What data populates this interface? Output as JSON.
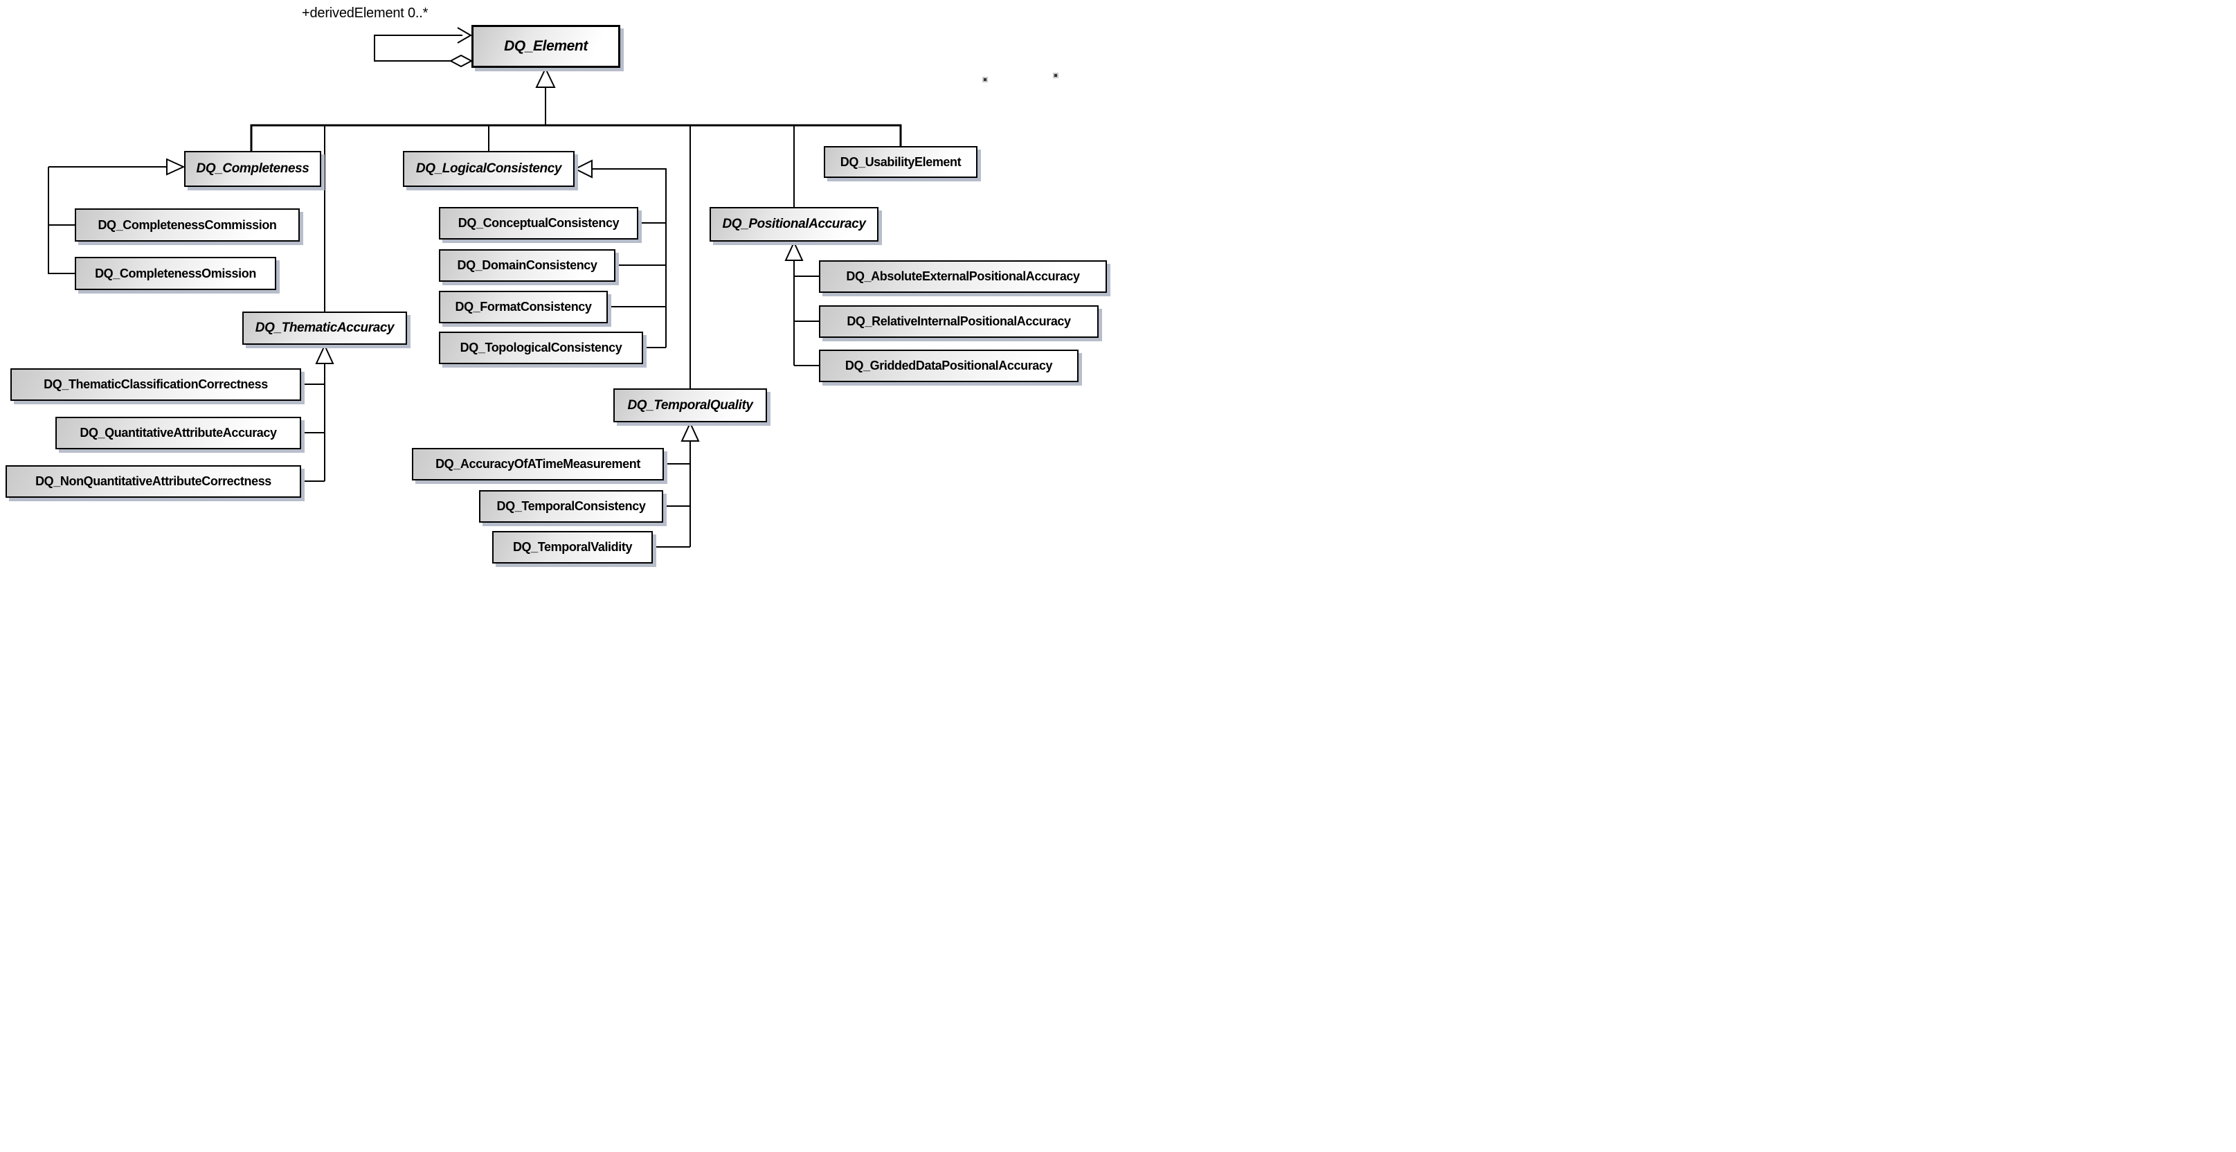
{
  "diagram": {
    "type": "uml-class-diagram",
    "association_label": "+derivedElement 0..*",
    "classes": {
      "element": {
        "label": "DQ_Element",
        "abstract": true
      },
      "completeness": {
        "label": "DQ_Completeness",
        "abstract": true
      },
      "completenessCommission": {
        "label": "DQ_CompletenessCommission",
        "abstract": false
      },
      "completenessOmission": {
        "label": "DQ_CompletenessOmission",
        "abstract": false
      },
      "thematicAccuracy": {
        "label": "DQ_ThematicAccuracy",
        "abstract": true
      },
      "thematicClassificationCorrectness": {
        "label": "DQ_ThematicClassificationCorrectness",
        "abstract": false
      },
      "quantitativeAttributeAccuracy": {
        "label": "DQ_QuantitativeAttributeAccuracy",
        "abstract": false
      },
      "nonQuantitativeAttributeCorrectness": {
        "label": "DQ_NonQuantitativeAttributeCorrectness",
        "abstract": false
      },
      "logicalConsistency": {
        "label": "DQ_LogicalConsistency",
        "abstract": true
      },
      "conceptualConsistency": {
        "label": "DQ_ConceptualConsistency",
        "abstract": false
      },
      "domainConsistency": {
        "label": "DQ_DomainConsistency",
        "abstract": false
      },
      "formatConsistency": {
        "label": "DQ_FormatConsistency",
        "abstract": false
      },
      "topologicalConsistency": {
        "label": "DQ_TopologicalConsistency",
        "abstract": false
      },
      "temporalQuality": {
        "label": "DQ_TemporalQuality",
        "abstract": true
      },
      "accuracyOfATimeMeasurement": {
        "label": "DQ_AccuracyOfATimeMeasurement",
        "abstract": false
      },
      "temporalConsistency": {
        "label": "DQ_TemporalConsistency",
        "abstract": false
      },
      "temporalValidity": {
        "label": "DQ_TemporalValidity",
        "abstract": false
      },
      "usabilityElement": {
        "label": "DQ_UsabilityElement",
        "abstract": false
      },
      "positionalAccuracy": {
        "label": "DQ_PositionalAccuracy",
        "abstract": true
      },
      "absoluteExternalPositionalAccuracy": {
        "label": "DQ_AbsoluteExternalPositionalAccuracy",
        "abstract": false
      },
      "relativeInternalPositionalAccuracy": {
        "label": "DQ_RelativeInternalPositionalAccuracy",
        "abstract": false
      },
      "griddedDataPositionalAccuracy": {
        "label": "DQ_GriddedDataPositionalAccuracy",
        "abstract": false
      }
    },
    "relationships": [
      {
        "type": "self-aggregation",
        "class": "DQ_Element",
        "role": "+derivedElement",
        "multiplicity": "0..*"
      },
      {
        "type": "generalization",
        "parent": "DQ_Element",
        "children": [
          "DQ_Completeness",
          "DQ_ThematicAccuracy",
          "DQ_LogicalConsistency",
          "DQ_TemporalQuality",
          "DQ_PositionalAccuracy",
          "DQ_UsabilityElement"
        ]
      },
      {
        "type": "generalization",
        "parent": "DQ_Completeness",
        "children": [
          "DQ_CompletenessCommission",
          "DQ_CompletenessOmission"
        ]
      },
      {
        "type": "generalization",
        "parent": "DQ_ThematicAccuracy",
        "children": [
          "DQ_ThematicClassificationCorrectness",
          "DQ_QuantitativeAttributeAccuracy",
          "DQ_NonQuantitativeAttributeCorrectness"
        ]
      },
      {
        "type": "generalization",
        "parent": "DQ_LogicalConsistency",
        "children": [
          "DQ_ConceptualConsistency",
          "DQ_DomainConsistency",
          "DQ_FormatConsistency",
          "DQ_TopologicalConsistency"
        ]
      },
      {
        "type": "generalization",
        "parent": "DQ_TemporalQuality",
        "children": [
          "DQ_AccuracyOfATimeMeasurement",
          "DQ_TemporalConsistency",
          "DQ_TemporalValidity"
        ]
      },
      {
        "type": "generalization",
        "parent": "DQ_PositionalAccuracy",
        "children": [
          "DQ_AbsoluteExternalPositionalAccuracy",
          "DQ_RelativeInternalPositionalAccuracy",
          "DQ_GriddedDataPositionalAccuracy"
        ]
      }
    ]
  }
}
